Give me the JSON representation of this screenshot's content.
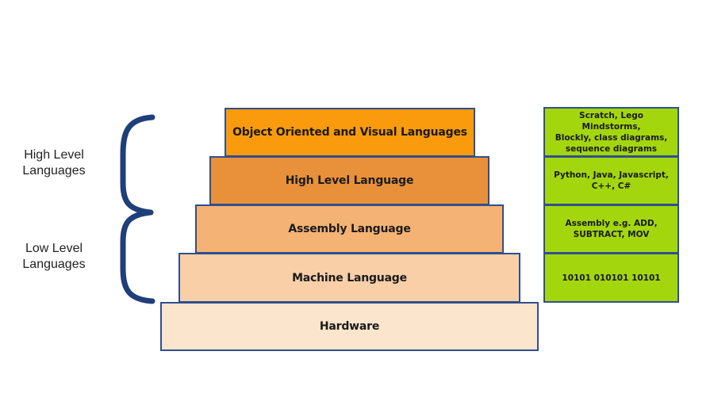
{
  "colors": {
    "border": "#2f4f8f",
    "brace": "#1f3f7a",
    "example_fill": "#a4d60e"
  },
  "layers": [
    {
      "label": "Object Oriented and Visual Languages",
      "fill": "#f99b0c"
    },
    {
      "label": "High Level Language",
      "fill": "#e9913a"
    },
    {
      "label": "Assembly Language",
      "fill": "#f4b374"
    },
    {
      "label": "Machine Language",
      "fill": "#f8cfa7"
    },
    {
      "label": "Hardware",
      "fill": "#fbe5cc"
    }
  ],
  "examples": [
    {
      "text": "Scratch, Lego Mindstorms,\nBlockly, class diagrams,\nsequence diagrams"
    },
    {
      "text": "Python, Java, Javascript,\nC++, C#"
    },
    {
      "text": "Assembly e.g. ADD,\nSUBTRACT, MOV"
    },
    {
      "text": "10101 010101 10101"
    }
  ],
  "groups": {
    "high": "High Level\nLanguages",
    "low": "Low Level\nLanguages"
  }
}
